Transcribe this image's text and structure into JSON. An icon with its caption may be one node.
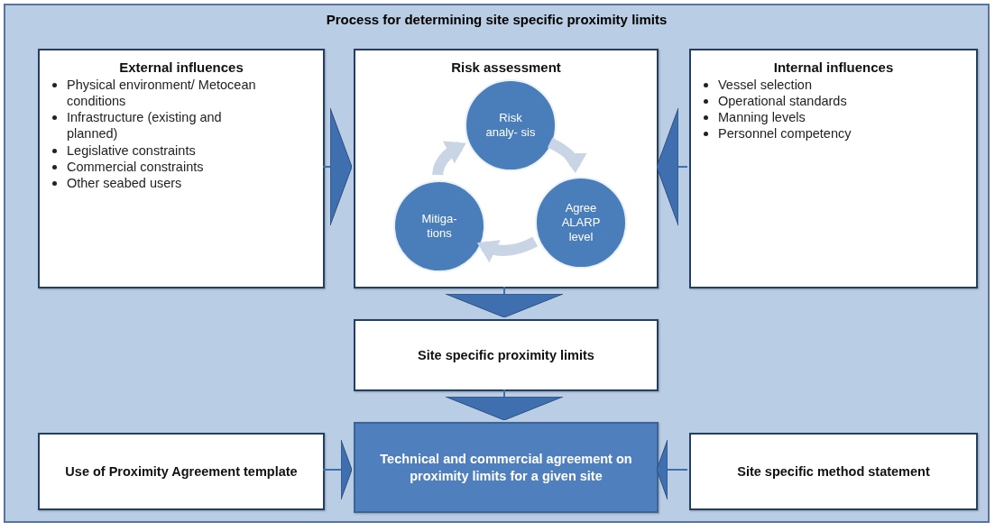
{
  "diagram": {
    "nodes": [
      {
        "text": [
          "Process for determining site specific proximity limits"
        ]
      },
      {
        "text": [
          "External influences",
          "Physical environment/ Metocean conditions",
          "Infrastructure (existing and planned)",
          "Legislative constraints",
          "Commercial constraints",
          "Other seabed users"
        ],
        "in": 0
      },
      {
        "text": [
          "Risk assessment"
        ],
        "in": 0
      },
      {
        "text": [
          "Risk analy- sis"
        ],
        "in": 2
      },
      {
        "text": [
          "Agree ALARP level"
        ],
        "in": 2
      },
      {
        "text": [
          "Mitiga- tions"
        ],
        "in": 2
      },
      {
        "text": [
          "Internal influences",
          "Vessel selection",
          "Operational standards",
          "Manning levels",
          "Personnel competency"
        ],
        "in": 0
      },
      {
        "text": [
          "Site specific proximity limits"
        ],
        "in": 0
      },
      {
        "text": [
          "Use of Proximity Agreement template"
        ],
        "in": 0
      },
      {
        "text": [
          "Technical and commercial agreement on proximity limits for a given site"
        ],
        "in": 0
      },
      {
        "text": [
          "Site specific method statement"
        ],
        "in": 0
      }
    ],
    "edges": [
      {
        "from": 1,
        "to": 2,
        "arrow": "to"
      },
      {
        "from": 6,
        "to": 2,
        "arrow": "to"
      },
      {
        "from": 3,
        "to": 4,
        "arrow": "to",
        "style": "thick",
        "color": "#c9d5e4"
      },
      {
        "from": 4,
        "to": 5,
        "arrow": "to",
        "style": "thick",
        "color": "#c9d5e4"
      },
      {
        "from": 5,
        "to": 3,
        "arrow": "to",
        "style": "thick",
        "color": "#c9d5e4"
      },
      {
        "from": 2,
        "to": 7,
        "arrow": "to"
      },
      {
        "from": 7,
        "to": 9,
        "arrow": "to"
      },
      {
        "from": 8,
        "to": 9,
        "arrow": "to"
      },
      {
        "from": 10,
        "to": 9,
        "arrow": "to"
      }
    ]
  }
}
